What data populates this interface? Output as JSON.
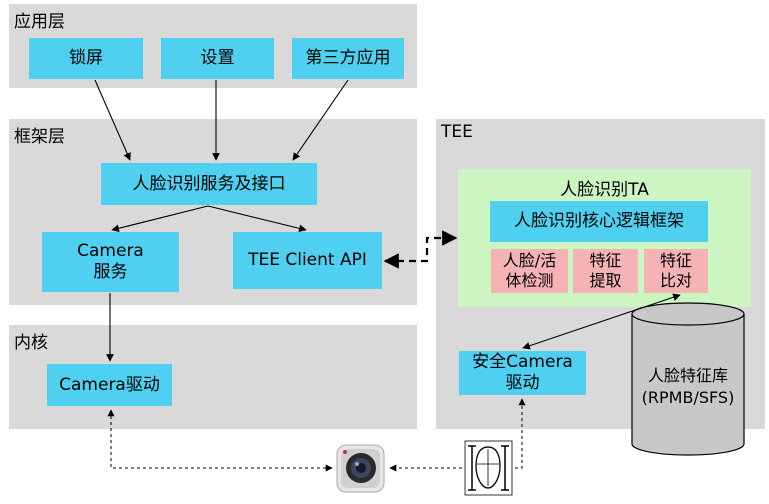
{
  "layers": {
    "app": "应用层",
    "framework": "框架层",
    "kernel": "内核",
    "tee": "TEE"
  },
  "app_boxes": {
    "lock": "锁屏",
    "settings": "设置",
    "third_party": "第三方应用"
  },
  "framework_boxes": {
    "face_service": "人脸识别服务及接口",
    "camera_service": "Camera\n服务",
    "tee_client": "TEE Client API"
  },
  "kernel_boxes": {
    "camera_driver": "Camera驱动"
  },
  "tee_boxes": {
    "ta_title": "人脸识别TA",
    "core": "人脸识别核心逻辑框架",
    "liveness": "人脸/活\n体检测",
    "feature_extract": "特征\n提取",
    "feature_compare": "特征\n比对",
    "secure_camera": "安全Camera\n驱动",
    "database": "人脸特征库\n(RPMB/SFS)"
  },
  "icons": {
    "camera": "camera-icon",
    "face": "face-icon"
  },
  "colors": {
    "layer_bg": "#d9d9d9",
    "box": "#4fd0f0",
    "ta_bg": "#ccf5c2",
    "pink": "#f6b3b6",
    "cylinder": "#c8c8c8"
  }
}
